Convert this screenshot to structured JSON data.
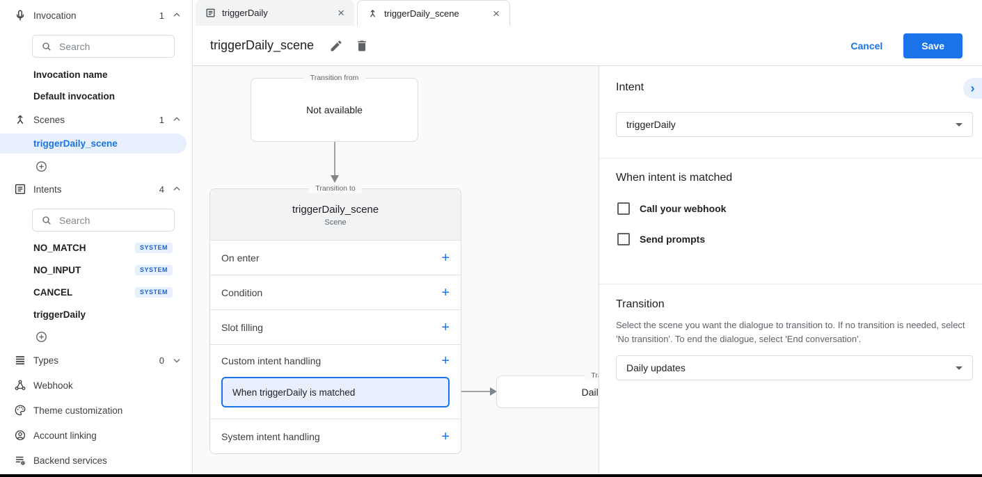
{
  "colors": {
    "accent": "#1a73e8",
    "selection_bg": "#e8f0fe",
    "badge_text": "#1967d2"
  },
  "icons": {
    "add": "+",
    "close": "×",
    "chevron_right": "›"
  },
  "tabs": [
    {
      "label": "triggerDaily"
    },
    {
      "label": "triggerDaily_scene"
    }
  ],
  "header": {
    "title": "triggerDaily_scene",
    "cancel_label": "Cancel",
    "save_label": "Save"
  },
  "sidebar": {
    "search_placeholder": "Search",
    "invocation": {
      "label": "Invocation",
      "count": "1",
      "items": [
        "Invocation name",
        "Default invocation"
      ]
    },
    "scenes": {
      "label": "Scenes",
      "count": "1",
      "selected_item": "triggerDaily_scene"
    },
    "intents": {
      "label": "Intents",
      "count": "4",
      "items": [
        {
          "name": "NO_MATCH",
          "badge": "SYSTEM"
        },
        {
          "name": "NO_INPUT",
          "badge": "SYSTEM"
        },
        {
          "name": "CANCEL",
          "badge": "SYSTEM"
        },
        {
          "name": "triggerDaily"
        }
      ]
    },
    "types": {
      "label": "Types",
      "count": "0"
    },
    "links": [
      "Webhook",
      "Theme customization",
      "Account linking",
      "Backend services"
    ]
  },
  "canvas": {
    "transition_from": {
      "legend": "Transition from",
      "text": "Not available"
    },
    "scene_card": {
      "legend": "Transition to",
      "title": "triggerDaily_scene",
      "subtitle": "Scene",
      "rows": [
        "On enter",
        "Condition",
        "Slot filling",
        "Custom intent handling",
        "System intent handling"
      ],
      "matched_item": "When triggerDaily is matched"
    },
    "next_node": {
      "legend": "Transition to",
      "text": "Daily updates"
    }
  },
  "panel": {
    "intent": {
      "heading": "Intent",
      "value": "triggerDaily"
    },
    "matched": {
      "heading": "When intent is matched",
      "checkboxes": [
        "Call your webhook",
        "Send prompts"
      ]
    },
    "transition": {
      "heading": "Transition",
      "description": "Select the scene you want the dialogue to transition to. If no transition is needed, select 'No transition'. To end the dialogue, select 'End conversation'.",
      "value": "Daily updates"
    }
  }
}
